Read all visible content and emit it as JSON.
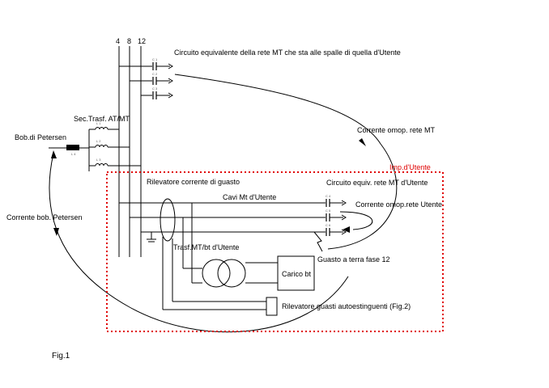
{
  "labels": {
    "bus_phases": [
      "4",
      "8",
      "12"
    ],
    "equivalent_circuit_mt": "Circuito equivalente della rete MT che sta alle spalle di quella d'Utente",
    "sec_trasf": "Sec.Trasf. AT/MT",
    "bob_petersen": "Bob.di Petersen",
    "corrente_omop_mt": "Corrente omop. rete MT",
    "imp_utente": "Imp.d'Utente",
    "rilevatore_corrente": "Rilevatore corrente di guasto",
    "circuito_equiv_utente": "Circuito equiv. rete MT d'Utente",
    "cavi_mt": "Cavi Mt d'Utente",
    "corrente_omop_utente": "Corrente omop.rete Utente",
    "corrente_bob": "Corrente bob. Petersen",
    "trasf_mt_bt": "Trasf.MT/bt d'Utente",
    "guasto_terra": "Guasto a terra fase 12",
    "carico_bt": "Carico bt",
    "rilevatore_guasti": "Rilevatore guasti autoestinguenti (Fig.2)",
    "fig": "Fig.1"
  },
  "component_tags": {
    "c1": "C 1",
    "c2": "C 2",
    "c3": "C 3",
    "l1": "L 1",
    "l2": "L 2",
    "l3": "L 3",
    "l4": "L 4",
    "c4": "C 4",
    "c5": "C 5",
    "c6": "C 6"
  },
  "colors": {
    "line": "#000000",
    "boundary": "#e00000"
  }
}
